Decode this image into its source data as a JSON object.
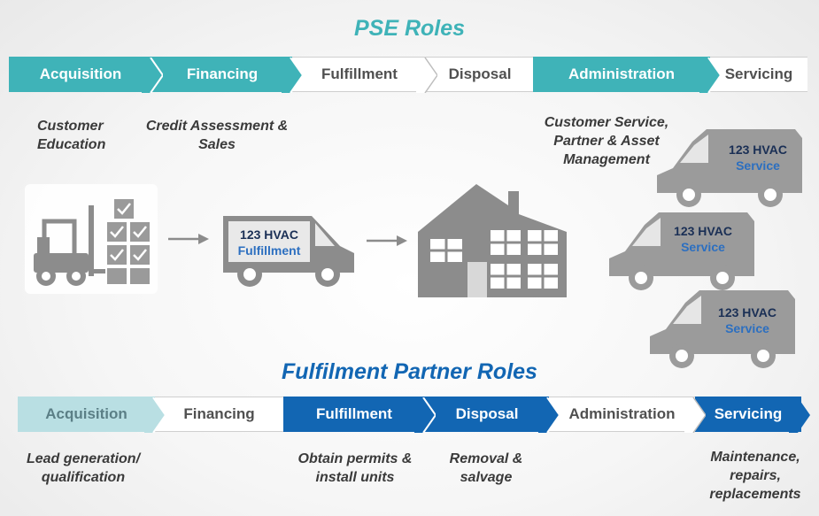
{
  "pse": {
    "title": "PSE Roles",
    "stages": [
      {
        "label": "Acquisition",
        "style": "teal"
      },
      {
        "label": "Financing",
        "style": "teal"
      },
      {
        "label": "Fulfillment",
        "style": "white"
      },
      {
        "label": "Disposal",
        "style": "white"
      },
      {
        "label": "Administration",
        "style": "teal"
      },
      {
        "label": "Servicing",
        "style": "white"
      }
    ],
    "captions": {
      "customer_education": "Customer Education",
      "credit_assessment": "Credit Assessment & Sales",
      "customer_service": "Customer Service, Partner & Asset Management"
    }
  },
  "illustrations": {
    "fulfillment_van": {
      "line1": "123 HVAC",
      "line2": "Fulfillment"
    },
    "service_van": {
      "line1": "123 HVAC",
      "line2": "Service"
    }
  },
  "fp": {
    "title": "Fulfilment Partner Roles",
    "stages": [
      {
        "label": "Acquisition",
        "style": "pale"
      },
      {
        "label": "Financing",
        "style": "white"
      },
      {
        "label": "Fulfillment",
        "style": "blue"
      },
      {
        "label": "Disposal",
        "style": "blue"
      },
      {
        "label": "Administration",
        "style": "white"
      },
      {
        "label": "Servicing",
        "style": "blue"
      }
    ],
    "captions": {
      "lead_generation": "Lead generation/ qualification",
      "permits": "Obtain permits & install units",
      "removal": "Removal & salvage",
      "maintenance": "Maintenance, repairs, replacements"
    }
  },
  "colors": {
    "teal": "#3fb3b8",
    "blue": "#1266b3",
    "pale": "#b9dfe3",
    "gray_illustration": "#8c8c8c"
  }
}
